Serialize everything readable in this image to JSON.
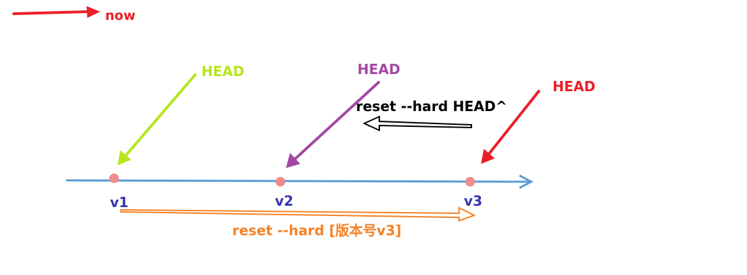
{
  "legend": {
    "label": "now",
    "color": "#ea1f2a"
  },
  "timeline": {
    "color": "#5b9bd5",
    "commit_color": "#f08c8c",
    "label_color": "#3535b4",
    "commits": [
      {
        "label": "v1"
      },
      {
        "label": "v2"
      },
      {
        "label": "v3"
      }
    ]
  },
  "head_markers": [
    {
      "label": "HEAD",
      "color": "#b5e61d"
    },
    {
      "label": "HEAD",
      "color": "#a349a4"
    },
    {
      "label": "HEAD",
      "color": "#ea1f2a"
    }
  ],
  "operations": {
    "reset_back": {
      "label": "reset --hard HEAD^",
      "color": "#000000"
    },
    "reset_forward": {
      "label": "reset --hard [版本号v3]",
      "color": "#f58226"
    }
  }
}
